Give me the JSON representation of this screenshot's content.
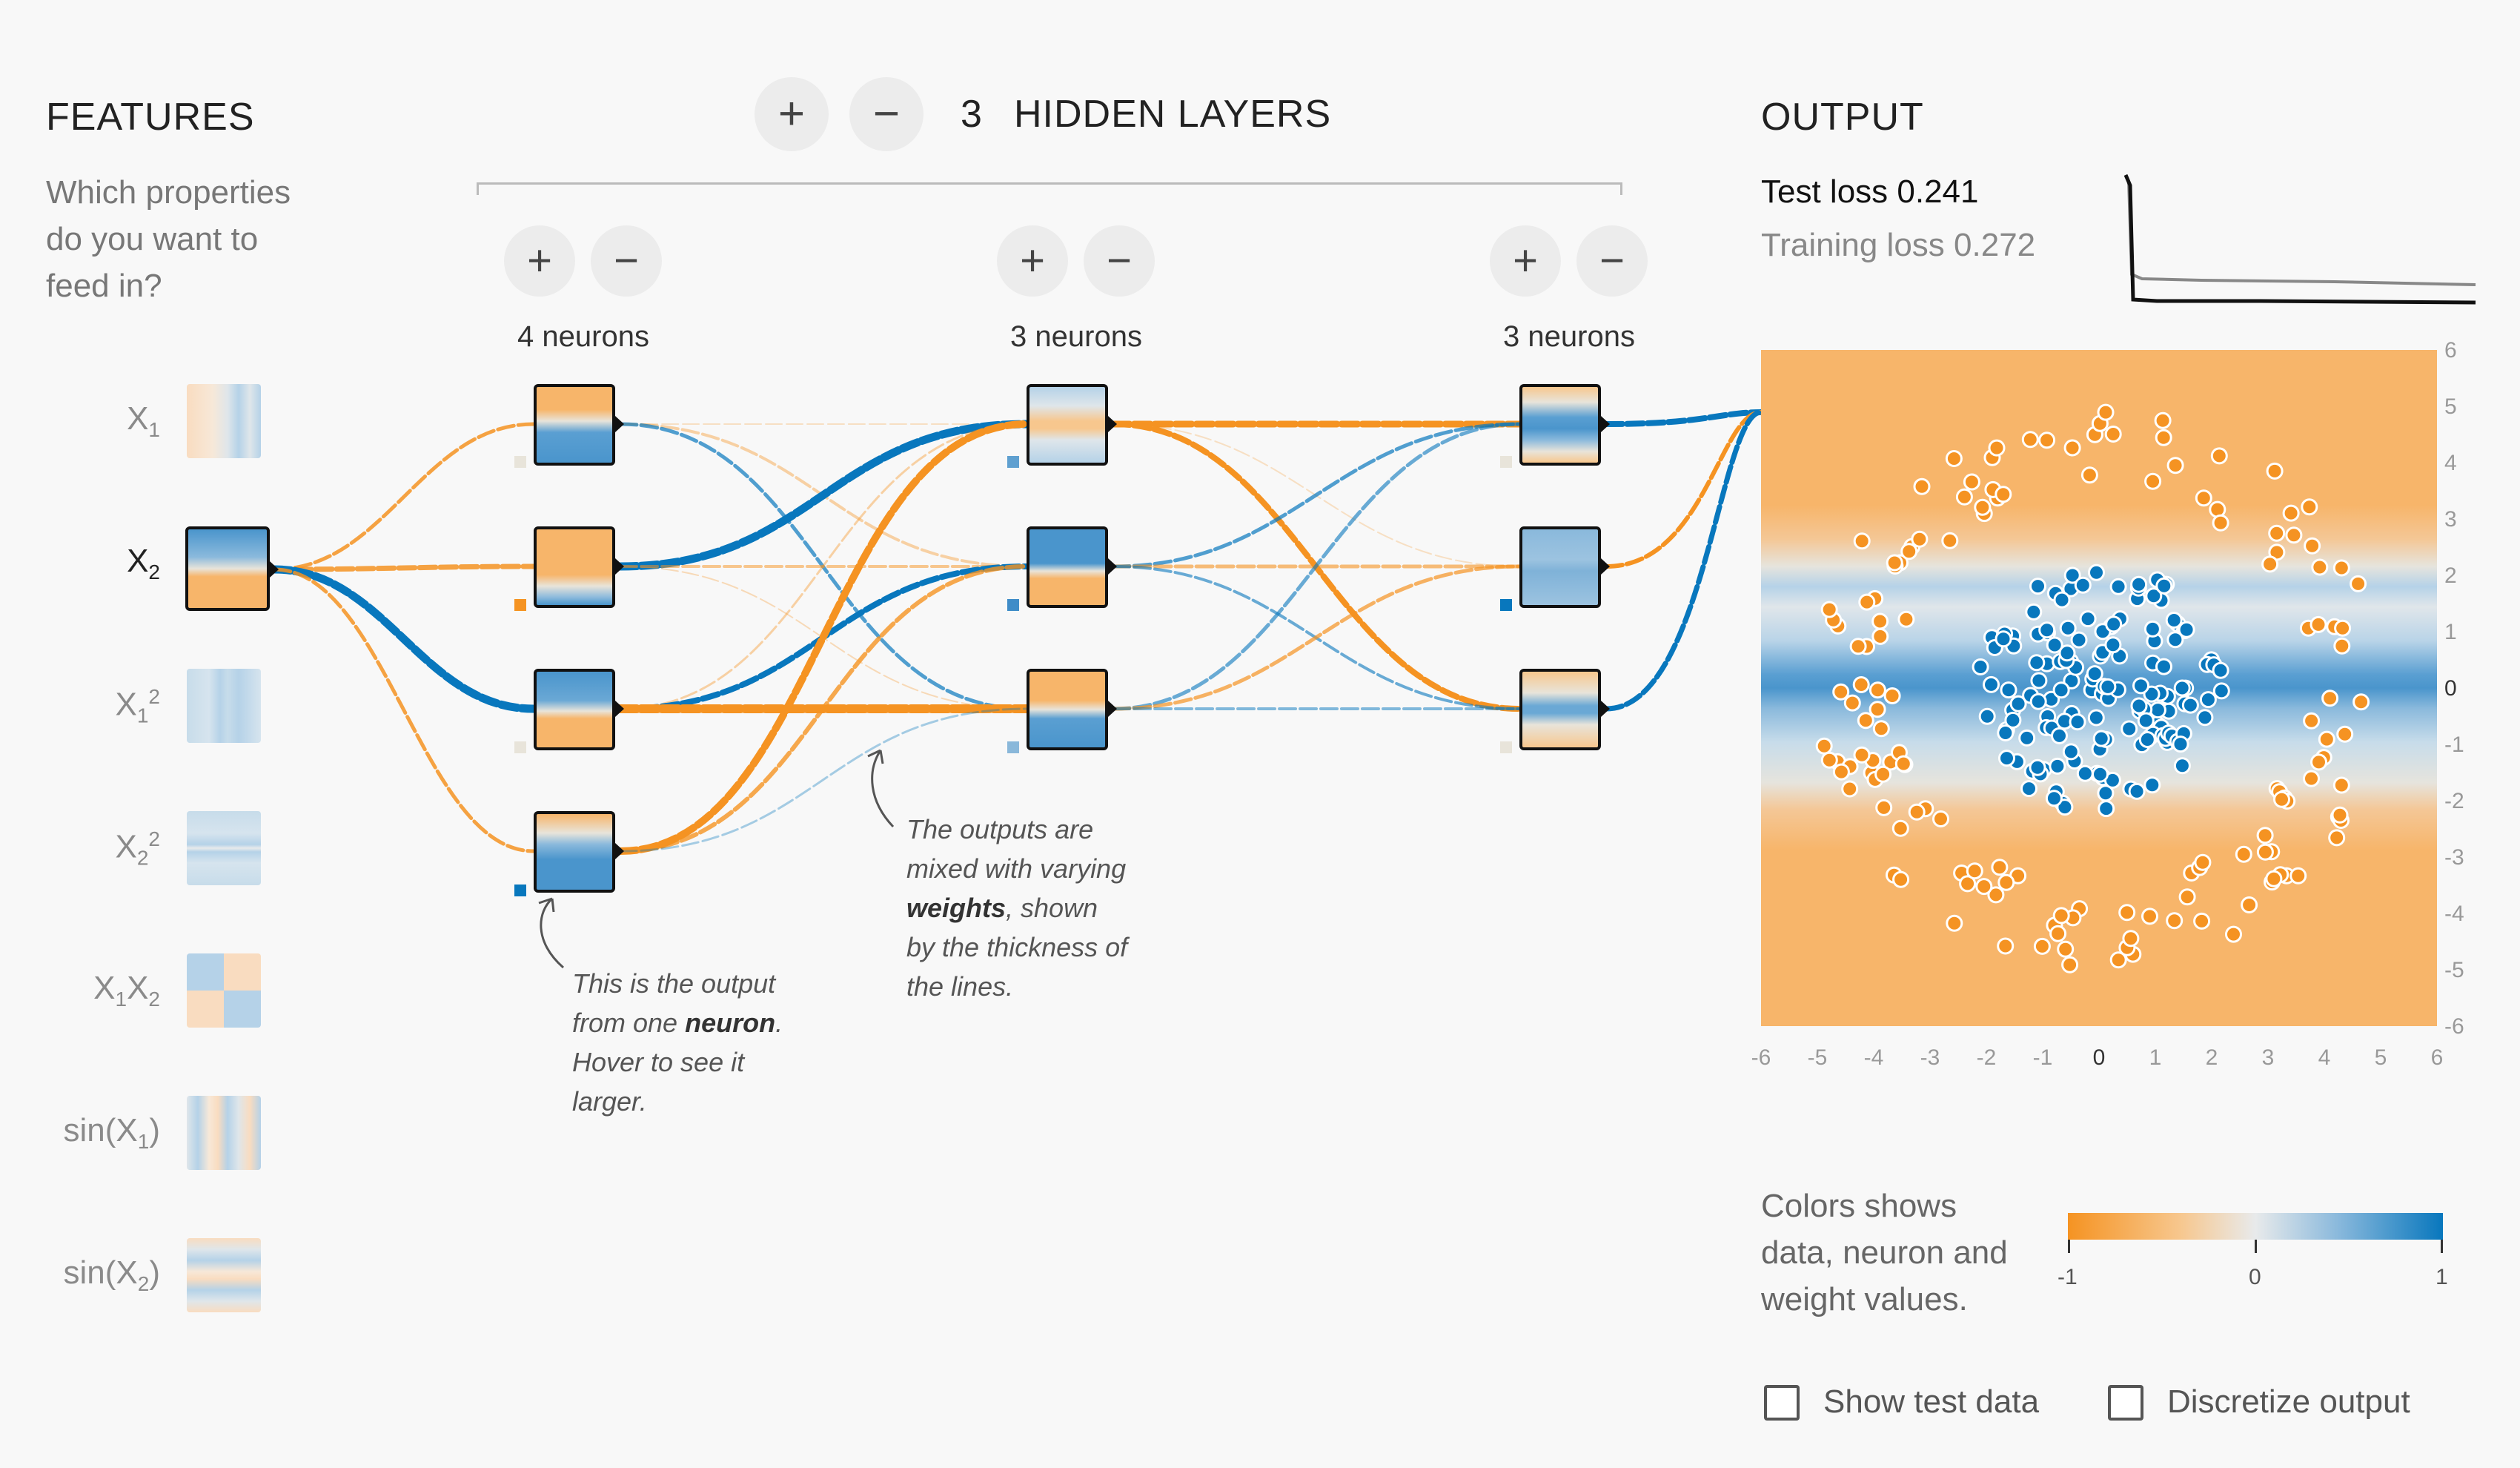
{
  "features": {
    "title": "FEATURES",
    "subtitle_lines": [
      "Which properties",
      "do you want to",
      "feed in?"
    ],
    "items": [
      {
        "html_label": "X<sub>1</sub>",
        "active": false
      },
      {
        "html_label": "X<sub>2</sub>",
        "active": true
      },
      {
        "html_label": "X<sub>1</sub><sup>2</sup>",
        "active": false
      },
      {
        "html_label": "X<sub>2</sub><sup>2</sup>",
        "active": false
      },
      {
        "html_label": "X<sub>1</sub>X<sub>2</sub>",
        "active": false
      },
      {
        "html_label": "sin(X<sub>1</sub>)",
        "active": false
      },
      {
        "html_label": "sin(X<sub>2</sub>)",
        "active": false
      }
    ]
  },
  "network": {
    "layer_count": "3",
    "layers_label": "HIDDEN LAYERS",
    "add_icon": "+",
    "remove_icon": "−",
    "layers": [
      {
        "neurons_label": "4 neurons"
      },
      {
        "neurons_label": "3 neurons"
      },
      {
        "neurons_label": "3 neurons"
      }
    ]
  },
  "captions": {
    "neuron_lines": [
      "This is the output",
      "from one <b>neuron</b>.",
      "Hover to see it",
      "larger."
    ],
    "weights_lines": [
      "The outputs are",
      "mixed with varying",
      "<b>weights</b>, shown",
      "by the thickness of",
      "the lines."
    ]
  },
  "output": {
    "title": "OUTPUT",
    "test_loss_label": "Test loss 0.241",
    "training_loss_label": "Training loss 0.272",
    "test_loss": 0.241,
    "training_loss": 0.272,
    "x_ticks": [
      "-6",
      "-5",
      "-4",
      "-3",
      "-2",
      "-1",
      "0",
      "1",
      "2",
      "3",
      "4",
      "5",
      "6"
    ],
    "y_ticks": [
      "6",
      "5",
      "4",
      "3",
      "2",
      "1",
      "0",
      "-1",
      "-2",
      "-3",
      "-4",
      "-5",
      "-6"
    ]
  },
  "legend": {
    "text_lines": [
      "Colors shows",
      "data, neuron and",
      "weight values."
    ],
    "ticks": [
      "-1",
      "0",
      "1"
    ]
  },
  "controls": {
    "show_test_data": "Show test data",
    "discretize_output": "Discretize output"
  },
  "colors": {
    "orange": "#f59322",
    "blue": "#0877bd",
    "light": "#e8eaeb",
    "background": "#f8f8f8"
  }
}
